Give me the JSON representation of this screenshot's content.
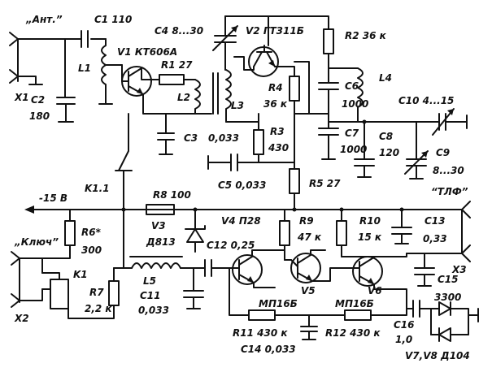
{
  "terminals": {
    "ant": "„Ант.”",
    "x1": "X1",
    "v15": "-15 В",
    "key": "„Ключ”",
    "x2": "X2",
    "tlf": "“ТЛФ”",
    "x3": "X3"
  },
  "components": {
    "c1": "C1 110",
    "c2a": "C2",
    "c2b": "180",
    "l1": "L1",
    "v1": "V1 КТ606А",
    "r1": "R1 27",
    "l2": "L2",
    "c3": "C3",
    "c4": "C4 8...30",
    "v2": "V2 ГТ311Б",
    "l3a": "0,033",
    "l3b": "L3",
    "r4a": "R4",
    "r4b": "36 к",
    "r3a": "R3",
    "r3b": "430",
    "c5": "C5 0,033",
    "r5": "R5 27",
    "r2": "R2 36 к",
    "c6a": "C6",
    "c6b": "1000",
    "c7a": "C7",
    "c7b": "1000",
    "l4": "L4",
    "c8a": "C8",
    "c8b": "120",
    "c9a": "C9",
    "c9b": "8...30",
    "c10": "C10  4...15",
    "k11": "K1.1",
    "r8": "R8 100",
    "v3a": "V3",
    "v3b": "Д813",
    "v4": "V4  П28",
    "r9a": "R9",
    "r9b": "47 к",
    "r10a": "R10",
    "r10b": "15 к",
    "c13a": "C13",
    "c13b": "0,33",
    "r6a": "R6*",
    "r6b": "300",
    "k1": "K1",
    "r7a": "R7",
    "r7b": "2,2 к",
    "l5": "L5",
    "c11a": "C11",
    "c11b": "0,033",
    "c12": "C12  0,25",
    "v5": "V5",
    "v6": "V6",
    "mp16a": "МП16Б",
    "mp16b": "МП16Б",
    "c15a": "C15",
    "c15b": "3300",
    "c16a": "C16",
    "c16b": "1,0",
    "r11": "R11   430 к",
    "c14": "C14  0,033",
    "r12": "R12   430 к",
    "v78": "V7,V8  Д104"
  }
}
